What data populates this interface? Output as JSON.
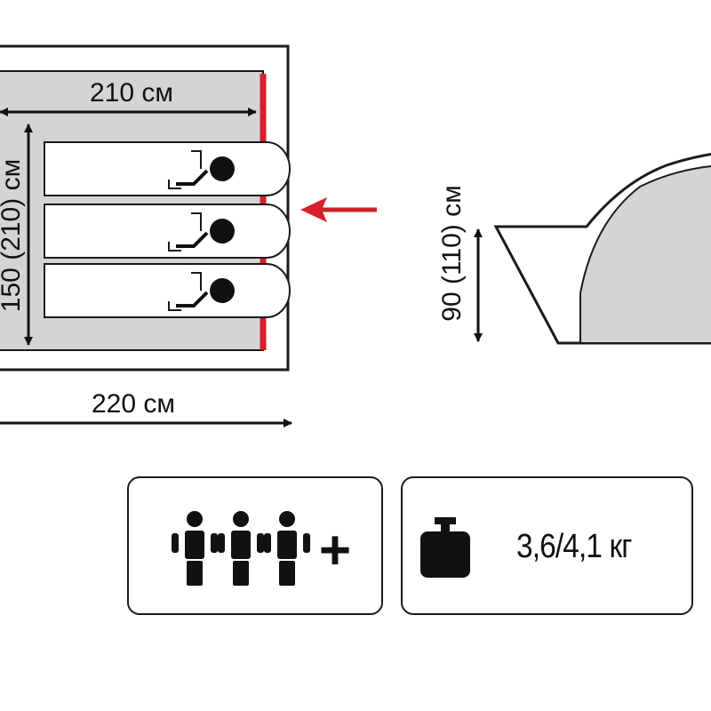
{
  "floor_plan": {
    "inner_length": "210 см",
    "inner_width": "150 (210) см",
    "outer_length": "220 см",
    "sleeping_places": 3
  },
  "side_view": {
    "height": "90 (110) см"
  },
  "capacity": {
    "persons": 3,
    "extra": "+",
    "icon": "person-icon"
  },
  "weight": {
    "icon": "weight-icon",
    "value": "3,6/4,1 кг"
  },
  "colors": {
    "accent_red": "#d51f2a",
    "floor_gray": "#d4d4d4",
    "dark": "#111111"
  }
}
